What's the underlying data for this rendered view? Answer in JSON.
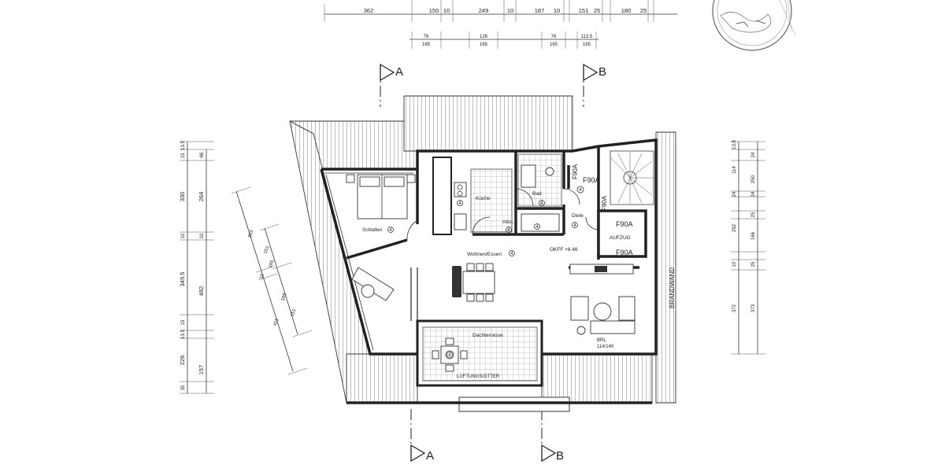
{
  "dimensions": {
    "top_row1": [
      "362",
      "150",
      "10",
      "249",
      "10",
      "187",
      "10",
      "151",
      "25",
      "180",
      "25"
    ],
    "top_row2_upper": [
      "76",
      "126",
      "76",
      "113.5"
    ],
    "top_row2_lower": [
      "165",
      "165",
      "165",
      "165"
    ],
    "left_outer": [
      "13.5",
      "15",
      "330",
      "10",
      "349.5",
      "15",
      "13.5",
      "226",
      "35"
    ],
    "left_inner": [
      "66",
      "264",
      "10",
      "482",
      "157"
    ],
    "diag_outer": [
      "353",
      "10",
      "411"
    ],
    "diag_inner": [
      "151",
      "165",
      "165",
      "151"
    ],
    "right_outer": [
      "13.5",
      "114",
      "24",
      "250",
      "24",
      "25",
      "166",
      "25",
      "10",
      "372",
      "373",
      "292"
    ],
    "right_inner": [
      "24"
    ]
  },
  "sections": {
    "a_top": "A",
    "b_top": "B",
    "a_bottom": "A",
    "b_bottom": "B"
  },
  "rooms": {
    "schlafen": "Schlafen",
    "kueche": "Küche",
    "bad": "Bad",
    "abst": "Abst.",
    "diele": "Diele",
    "wohnen": "Wohnen/Essen",
    "dachterrasse": "Dachterrasse",
    "aufzug": "AUFZUG",
    "brandwand": "BRANDWAND"
  },
  "room_tags": {
    "schlafen": "4",
    "kueche": "4",
    "bad": "4",
    "abst": "4",
    "diele": "4",
    "wohnen": "4",
    "dachterrasse": "4",
    "stair": "4"
  },
  "notes": {
    "level": "OKFF +8.46",
    "f90a_1": "F90A",
    "f90a_2": "F90A",
    "f90a_3": "F90A",
    "f90a_4": "F90A",
    "f90a_5": "F90A",
    "brh_a": "BRL",
    "brh_b": "114/140",
    "lueftung": "LÜFTUNGSGITTER"
  }
}
